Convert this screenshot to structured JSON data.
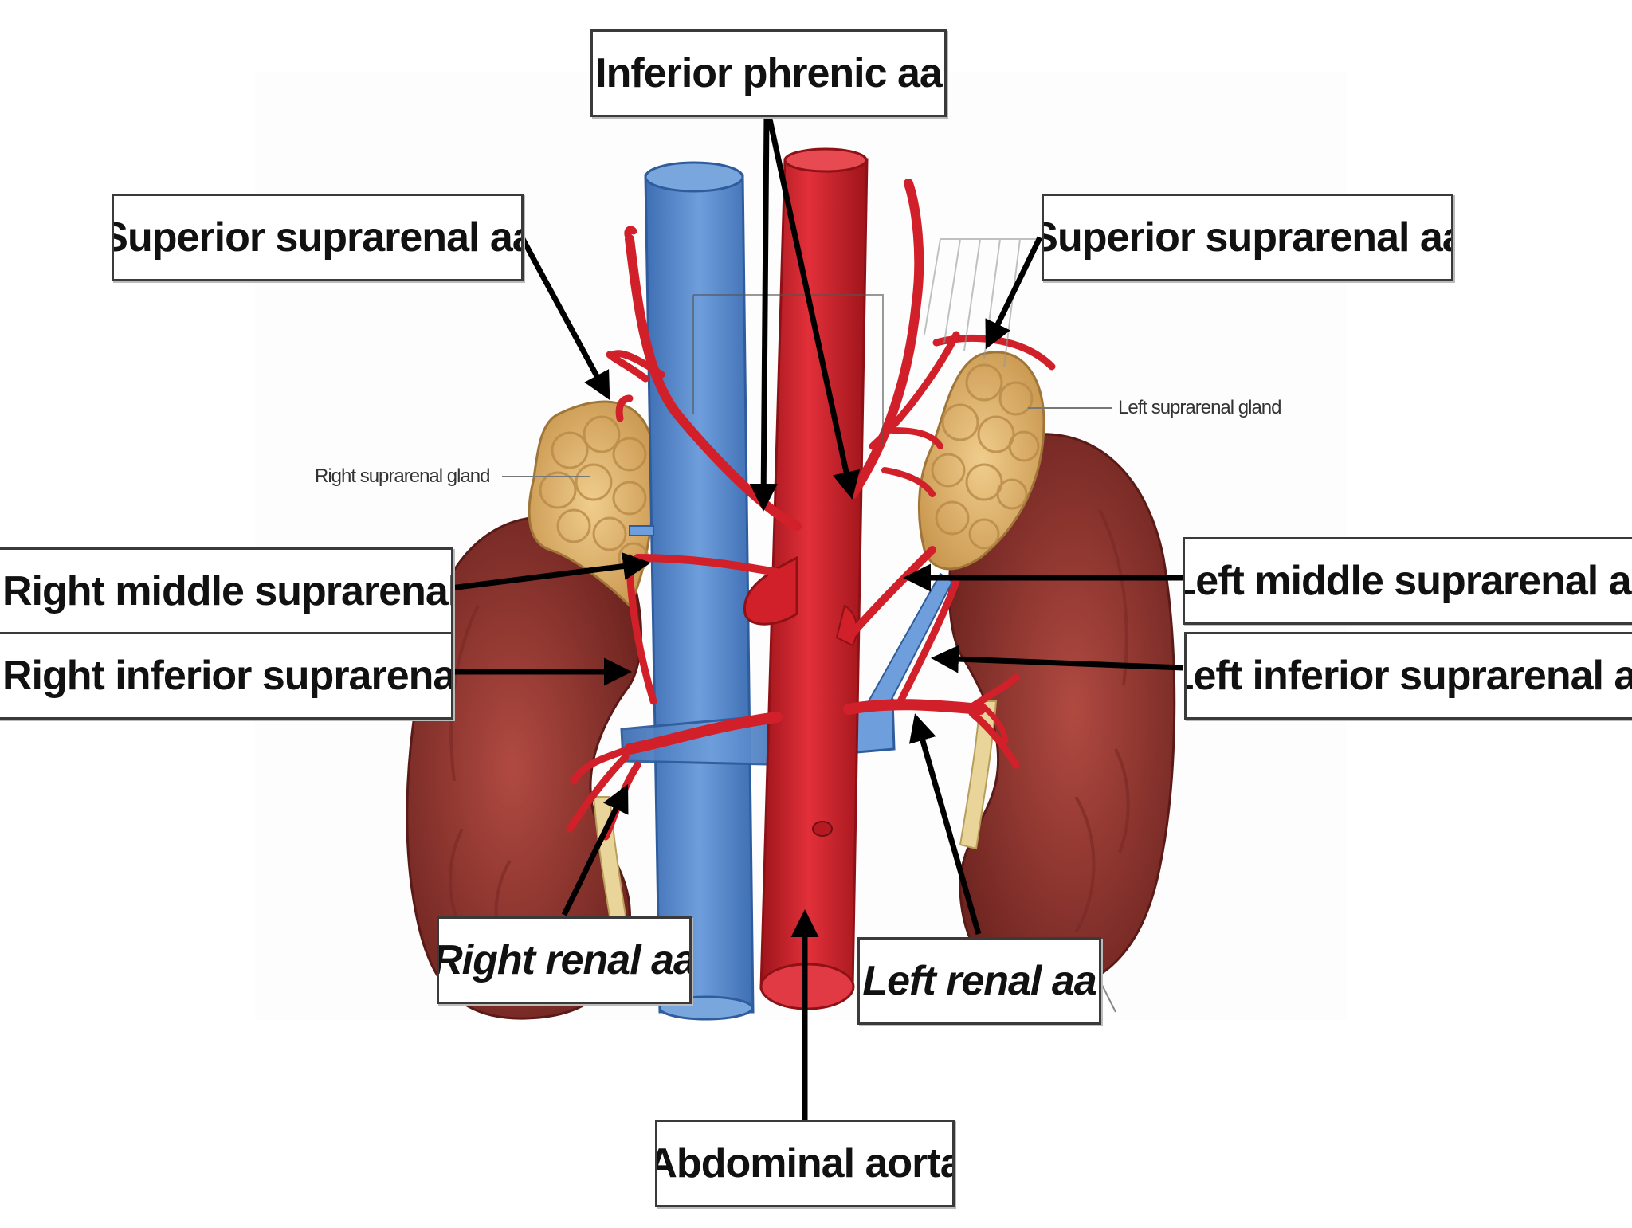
{
  "colors": {
    "aorta": "#d1202a",
    "aorta_dark": "#8e1116",
    "vena_cava": "#5a8ed1",
    "vena_cava_dark": "#2f5c9c",
    "kidney": "#9a3a33",
    "kidney_dark": "#6e2420",
    "gland": "#e3b56c",
    "gland_dark": "#b88a45",
    "arrow": "#000000"
  },
  "labels": {
    "inferior_phrenic": "Inferior phrenic aa",
    "superior_suprarenal_right": "Superior suprarenal aa",
    "superior_suprarenal_left": "Superior suprarenal aa",
    "right_middle_suprarenal": "Right middle suprarenal aa",
    "right_inferior_suprarenal": "Right inferior suprarenal aa",
    "left_middle_suprarenal": "Left middle suprarenal aa",
    "left_inferior_suprarenal": "Left inferior suprarenal aa",
    "right_renal": "Right renal aa",
    "left_renal": "Left renal aa",
    "abdominal_aorta": "Abdominal aorta"
  },
  "small_labels": {
    "right_suprarenal_gland": "Right suprarenal gland",
    "left_suprarenal_gland": "Left suprarenal gland"
  }
}
